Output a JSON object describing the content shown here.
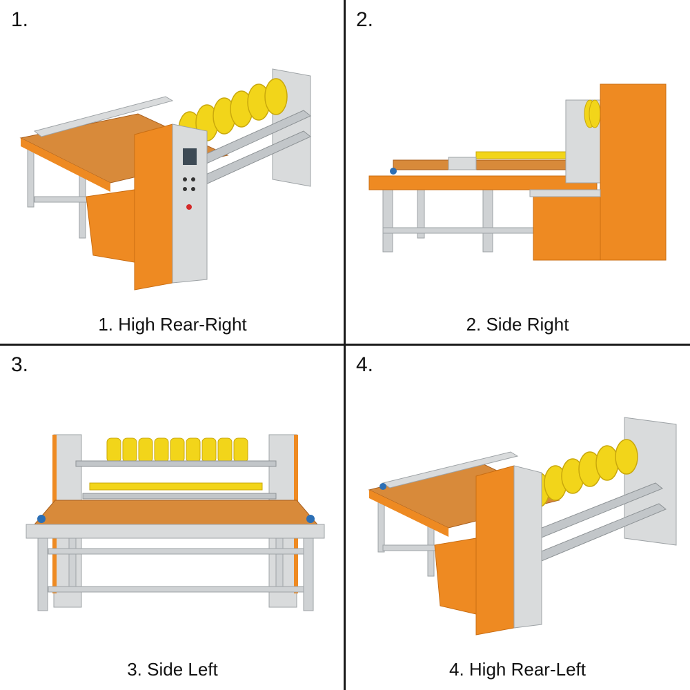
{
  "panels": [
    {
      "number": "1.",
      "caption": "1. High Rear-Right",
      "view": "high-rear-right"
    },
    {
      "number": "2.",
      "caption": "2. Side Right",
      "view": "side-right"
    },
    {
      "number": "3.",
      "caption": "3. Side Left",
      "view": "side-left"
    },
    {
      "number": "4.",
      "caption": "4. High Rear-Left",
      "view": "high-rear-left"
    }
  ],
  "colors": {
    "frame": "#d9dbdc",
    "frame_dark": "#a9adb0",
    "orange": "#ee8a22",
    "orange_dark": "#c96d12",
    "yellow": "#f2d51a",
    "table": "#d88a3a",
    "divider": "#1a1a1a"
  }
}
